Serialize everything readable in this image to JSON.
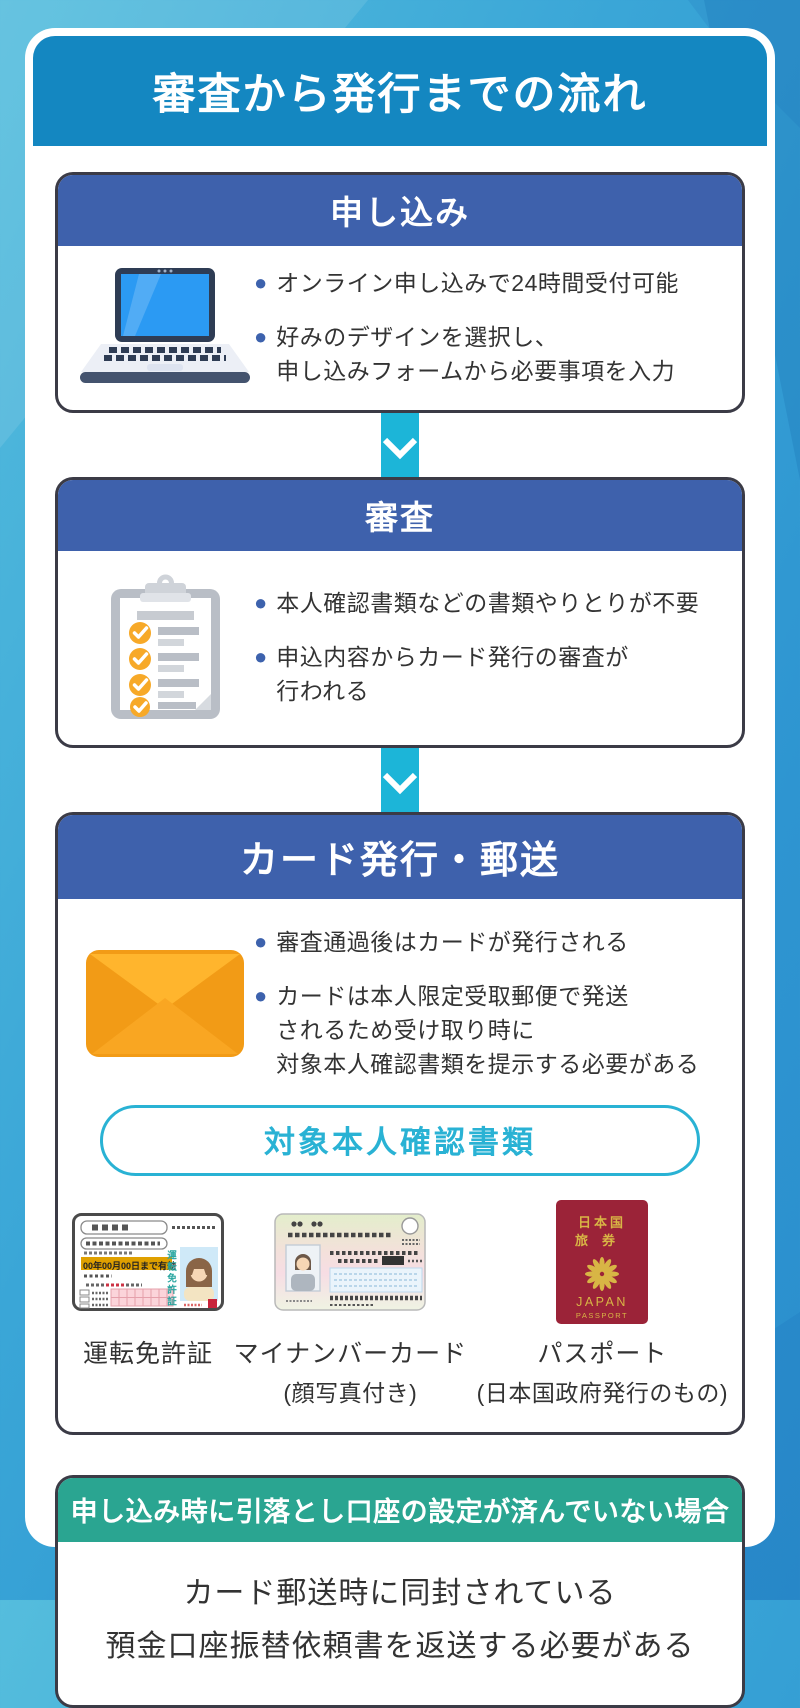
{
  "title": "審査から発行までの流れ",
  "steps": [
    {
      "title": "申し込み",
      "icon": "laptop-icon",
      "bullets": [
        [
          "オンライン申し込みで24時間受付可能"
        ],
        [
          "好みのデザインを選択し、",
          "申し込みフォームから必要事項を入力"
        ]
      ]
    },
    {
      "title": "審査",
      "icon": "clipboard-icon",
      "bullets": [
        [
          "本人確認書類などの書類やりとりが不要"
        ],
        [
          "申込内容からカード発行の審査が",
          "行われる"
        ]
      ]
    },
    {
      "title": "カード発行・郵送",
      "icon": "envelope-icon",
      "bullets": [
        [
          "審査通過後はカードが発行される"
        ],
        [
          "カードは本人限定受取郵便で発送",
          "されるため受け取り時に",
          "対象本人確認書類を提示する必要がある"
        ]
      ]
    }
  ],
  "id_section": {
    "pill_label": "対象本人確認書類",
    "documents": [
      {
        "icon": "drivers-license-icon",
        "label": "運転免許証",
        "sublabel": ""
      },
      {
        "icon": "mynumber-card-icon",
        "label": "マイナンバーカード",
        "sublabel": "(顔写真付き)"
      },
      {
        "icon": "passport-icon",
        "label": "パスポート",
        "sublabel": "(日本国政府発行のもの)"
      }
    ]
  },
  "note_card": {
    "title": "申し込み時に引落とし口座の設定が済んでいない場合",
    "lines": [
      "カード郵送時に同封されている",
      "預金口座振替依頼書を返送する必要がある"
    ]
  },
  "icon_texts": {
    "license_validity": "00年00月00日まで有効",
    "license_vertical": "運転免許証",
    "passport_country": "日本国",
    "passport_word": "旅券",
    "passport_japan": "JAPAN",
    "passport_passport": "PASSPORT"
  },
  "colors": {
    "header_blue": "#1487c1",
    "step_header_blue": "#3e61ac",
    "arrow_teal": "#1cb5d8",
    "pill_teal": "#29b2d4",
    "note_green": "#2aa591",
    "bullet_blue": "#3d62ad",
    "text_dark": "#333333"
  }
}
